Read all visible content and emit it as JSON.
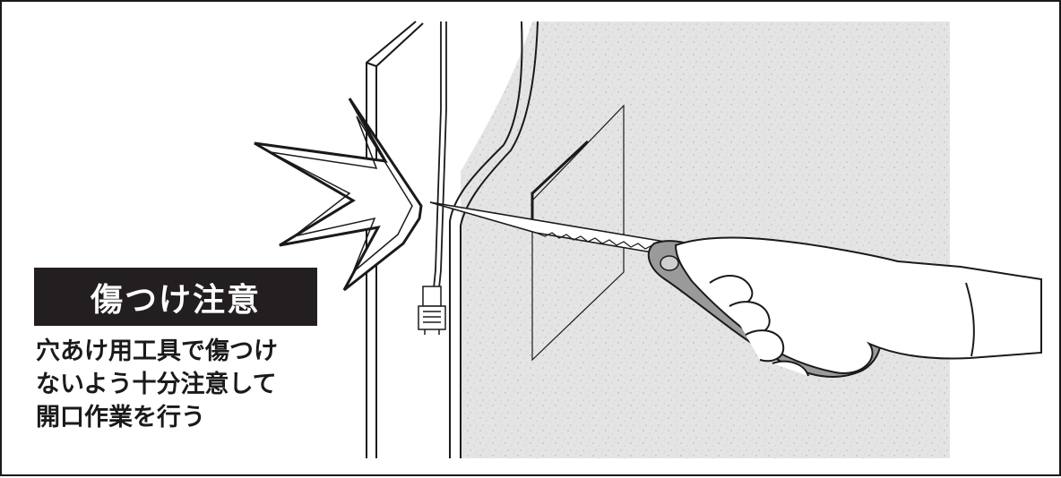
{
  "warning": {
    "title": "傷つけ注意",
    "description_lines": [
      "穴あけ用工具で傷つけ",
      "ないよう十分注意して",
      "開口作業を行う"
    ]
  },
  "illustration": {
    "items": [
      "wall-board",
      "electrical-cable",
      "cable-plug",
      "stud-frame",
      "keyhole-saw",
      "hand",
      "cut-outline",
      "impact-burst"
    ]
  },
  "colors": {
    "ink": "#1a1a1a",
    "badge_background": "#231f20",
    "badge_text": "#ffffff",
    "wall_texture": "#e6e6e6",
    "handle_gray": "#9a9a9a",
    "handle_light": "#cfcfcf"
  }
}
